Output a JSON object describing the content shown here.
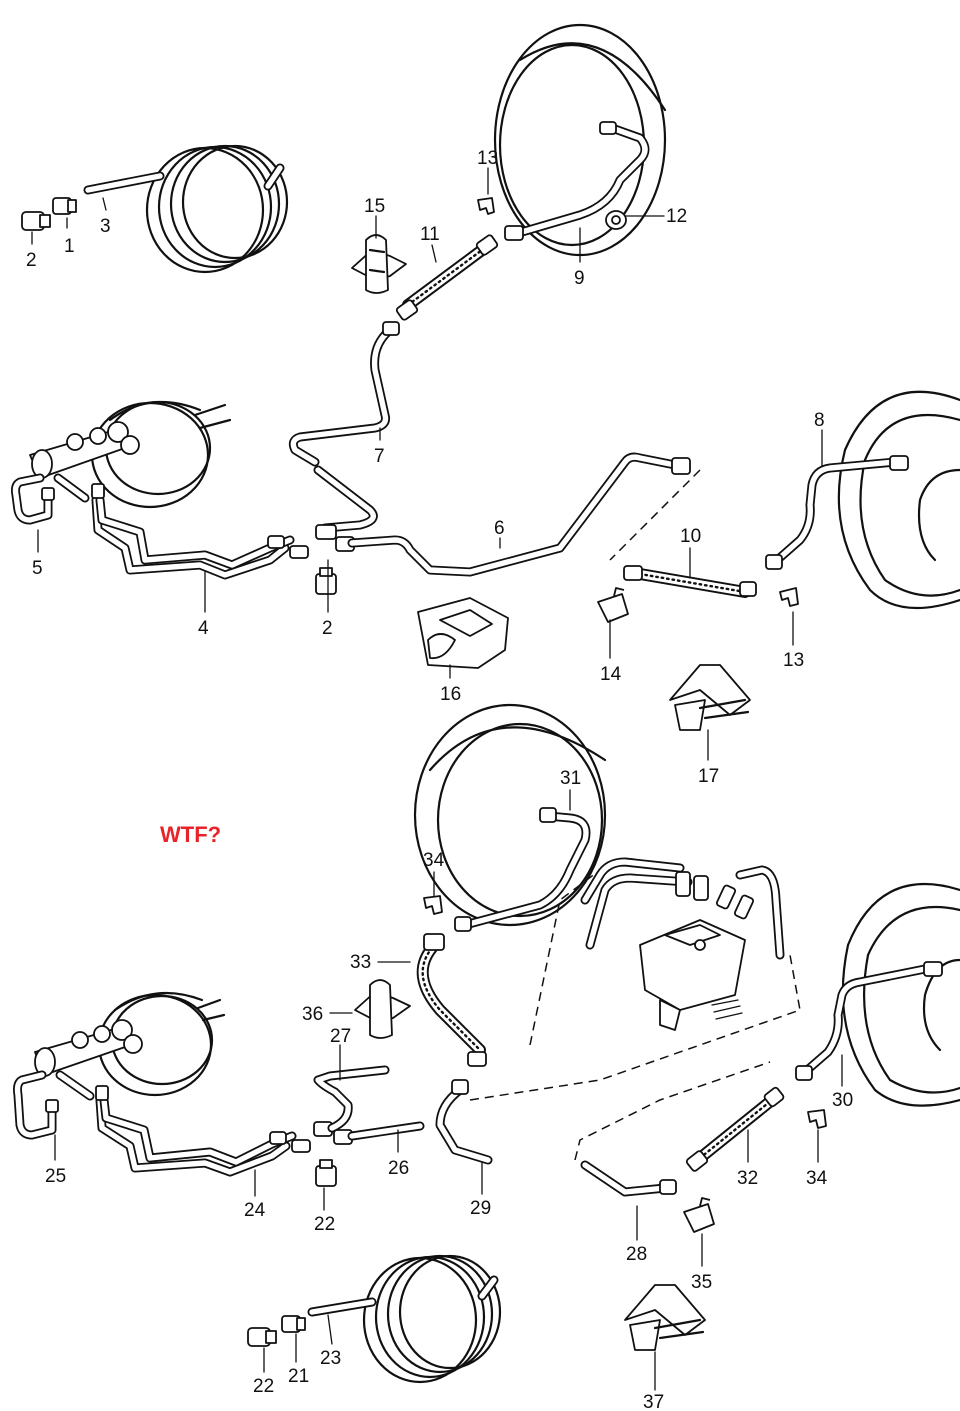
{
  "annotation": {
    "text": "WTF?",
    "color": "#e8232a"
  },
  "top_section": {
    "callouts": [
      "1",
      "2",
      "3",
      "15",
      "11",
      "13",
      "9",
      "12",
      "7",
      "8",
      "5",
      "4",
      "2",
      "6",
      "10",
      "16",
      "14",
      "13",
      "17"
    ]
  },
  "bottom_section": {
    "callouts": [
      "31",
      "34",
      "33",
      "36",
      "27",
      "25",
      "24",
      "22",
      "26",
      "29",
      "30",
      "32",
      "34",
      "28",
      "35",
      "23",
      "21",
      "22",
      "37"
    ]
  },
  "line_color": "#111111"
}
